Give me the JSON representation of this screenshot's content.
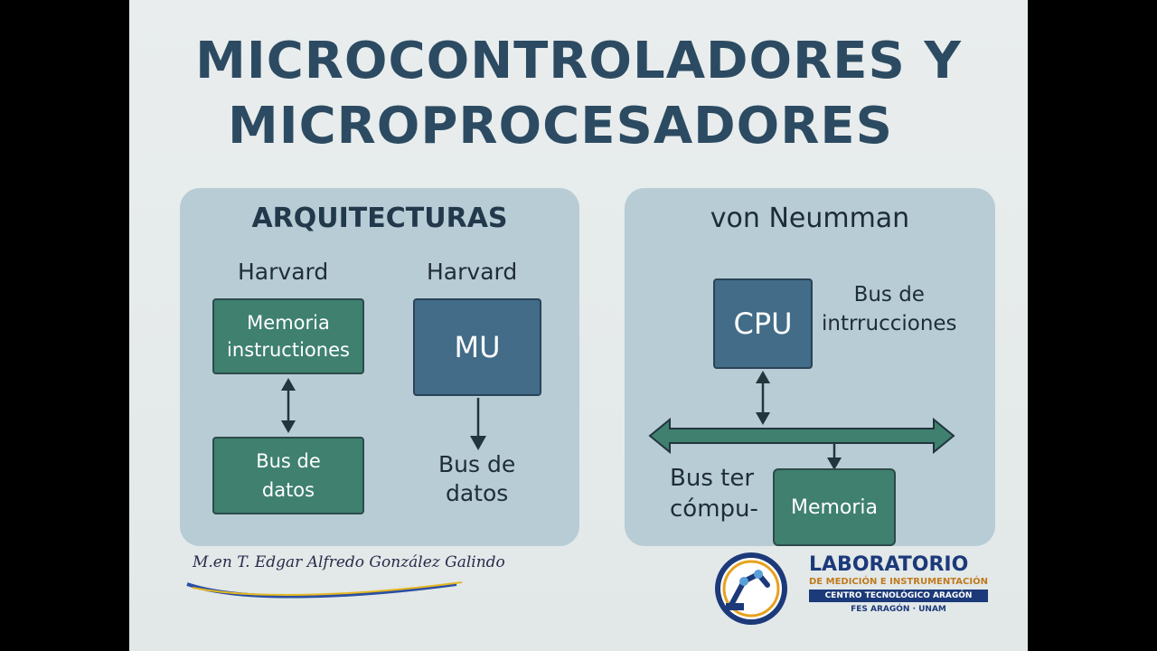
{
  "title": {
    "line1": "MICROCONTROLADORES Y",
    "line2": "MICROPROCESADORES"
  },
  "left_panel": {
    "title": "ARQUITECTURAS",
    "col1_label": "Harvard",
    "col2_label": "Harvard",
    "box_memoria": {
      "line1": "Memoria",
      "line2": "instructiones"
    },
    "box_bus": {
      "line1": "Bus de",
      "line2": "datos"
    },
    "box_mu": "MU",
    "bus_label": {
      "line1": "Bus de",
      "line2": "datos"
    }
  },
  "right_panel": {
    "title": "von Neumman",
    "box_cpu": "CPU",
    "bus_label": {
      "line1": "Bus de",
      "line2": "intrrucciones"
    },
    "bottom_text": {
      "line1": "Bus ter",
      "line2": "cómpu-"
    },
    "box_memoria": "Memoria"
  },
  "footer": {
    "signature": "M.en T. Edgar Alfredo González Galindo",
    "lab_title": "LABORATORIO",
    "lab_subtitle": "DE MEDICIÓN E INSTRUMENTACIÓN",
    "lab_band": "CENTRO TECNOLÓGICO ARAGÓN",
    "lab_footer": "FES ARAGÓN · UNAM"
  },
  "colors": {
    "panel": "#b7ccd5",
    "green_box": "#3f806f",
    "blue_box": "#426c88",
    "title": "#2c4b62"
  }
}
